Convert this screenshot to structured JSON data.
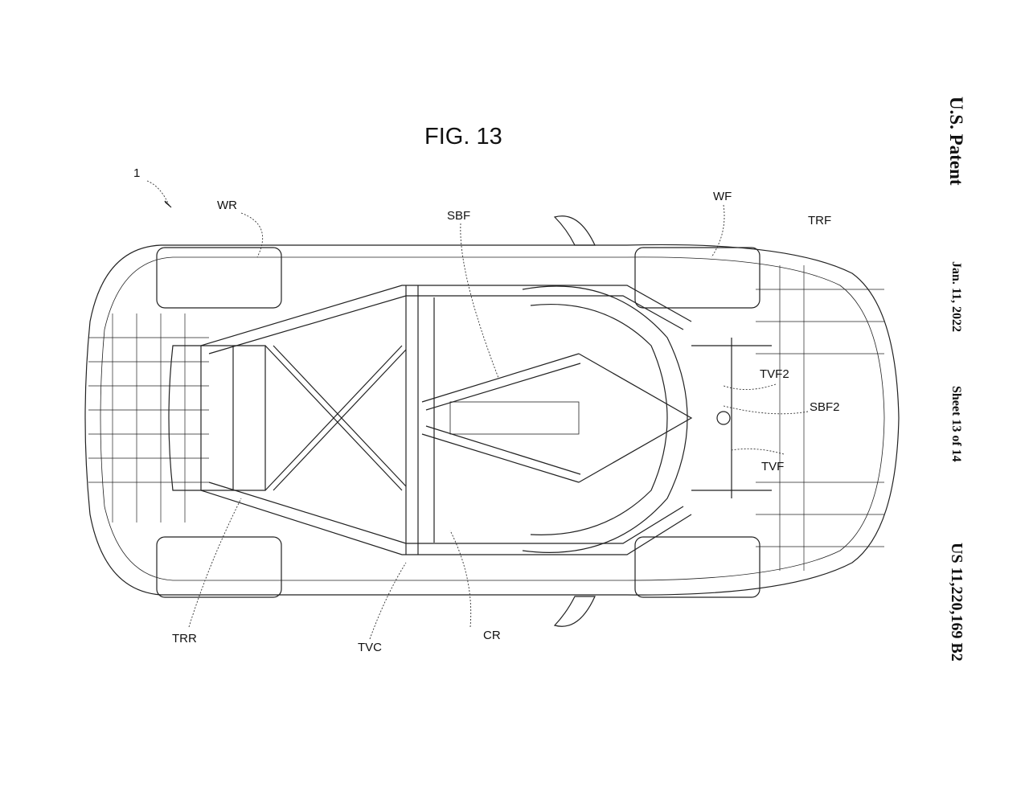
{
  "figure": {
    "title": "FIG. 13"
  },
  "header": {
    "office": "U.S. Patent",
    "date": "Jan. 11, 2022",
    "sheet": "Sheet 13 of 14",
    "number": "US 11,220,169 B2"
  },
  "labels": {
    "ref": "1",
    "wr": "WR",
    "sbf": "SBF",
    "wf": "WF",
    "trf": "TRF",
    "tvf2": "TVF2",
    "sbf2": "SBF2",
    "tvf": "TVF",
    "trr": "TRR",
    "tvc": "TVC",
    "cr": "CR"
  }
}
